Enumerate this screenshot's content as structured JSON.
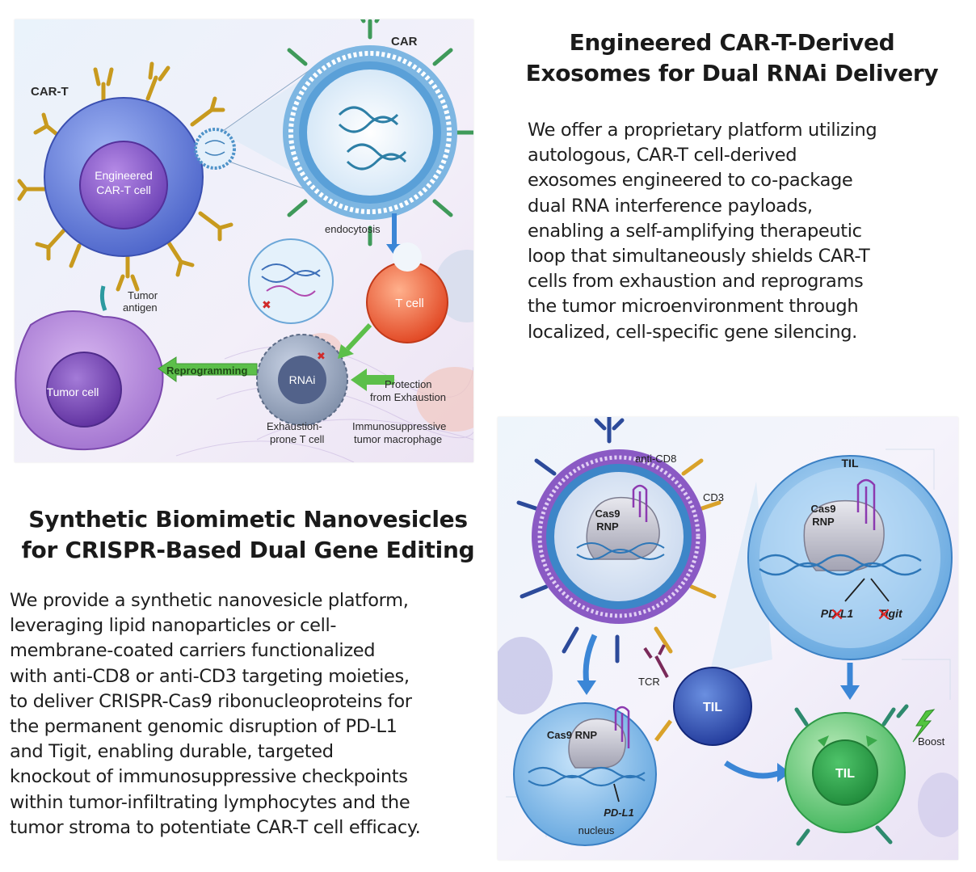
{
  "colors": {
    "car_t_cell": "#5a72d8",
    "t_cell": "#e8532f",
    "tumor_cell": "#9a6ac8",
    "til_green": "#3fb45a",
    "arrow_blue": "#3b86d6",
    "arrow_green": "#5cbf4a"
  },
  "section1": {
    "title_line1": "Engineered CAR-T-Derived",
    "title_line2": "Exosomes for Dual RNAi Delivery",
    "body_lines": [
      "We offer a proprietary platform utilizing",
      "autologous, CAR-T cell-derived",
      "exosomes engineered to co-package",
      "dual RNA interference payloads,",
      "enabling a self-amplifying therapeutic",
      "loop that simultaneously shields CAR-T",
      "cells from exhaustion and reprograms",
      "the tumor microenvironment through",
      "localized, cell-specific gene silencing."
    ],
    "figure": {
      "car_t_label": "CAR-T",
      "car_label": "CAR",
      "engineered_line1": "Engineered",
      "engineered_line2": "CAR-T cell",
      "endocytosis": "endocytosis",
      "t_cell": "T cell",
      "tumor_antigen_line1": "Tumor",
      "tumor_antigen_line2": "antigen",
      "tumor_cell": "Tumor cell",
      "reprogramming": "Reprogramming",
      "rnai": "RNAi",
      "protection_line1": "Protection",
      "protection_line2": "from Exhaustion",
      "exhaustion_line1": "Exhaustion-",
      "exhaustion_line2": "prone T cell",
      "macrophage_line1": "Immunosuppressive",
      "macrophage_line2": "tumor macrophage"
    }
  },
  "section2": {
    "title_line1": "Synthetic Biomimetic Nanovesicles",
    "title_line2": "for CRISPR-Based Dual Gene Editing",
    "body_lines": [
      "We provide a synthetic nanovesicle platform,",
      "leveraging lipid nanoparticles or cell-",
      "membrane-coated carriers functionalized",
      "with anti-CD8 or anti-CD3 targeting moieties,",
      "to deliver CRISPR-Cas9 ribonucleoproteins for",
      "the permanent genomic disruption of PD-L1",
      "and Tigit, enabling durable, targeted",
      "knockout of immunosuppressive checkpoints",
      "within tumor-infiltrating lymphocytes and the",
      "tumor stroma to potentiate CAR-T cell efficacy."
    ],
    "figure": {
      "anti_cd8": "anti-CD8",
      "cd3": "CD3",
      "cas9_line1": "Cas9",
      "cas9_line2": "RNP",
      "til_top": "TIL",
      "cas9_rnp_line1": "Cas9",
      "cas9_rnp_line2": "RNP",
      "pd_l1_crossed": "PD-L1",
      "tigit_crossed": "Tigit",
      "tcr": "TCR",
      "til_middle": "TIL",
      "cas9_rnp_bottom": "Cas9 RNP",
      "pd_l1": "PD-L1",
      "nucleus": "nucleus",
      "til_green": "TIL",
      "boost": "Boost"
    }
  }
}
